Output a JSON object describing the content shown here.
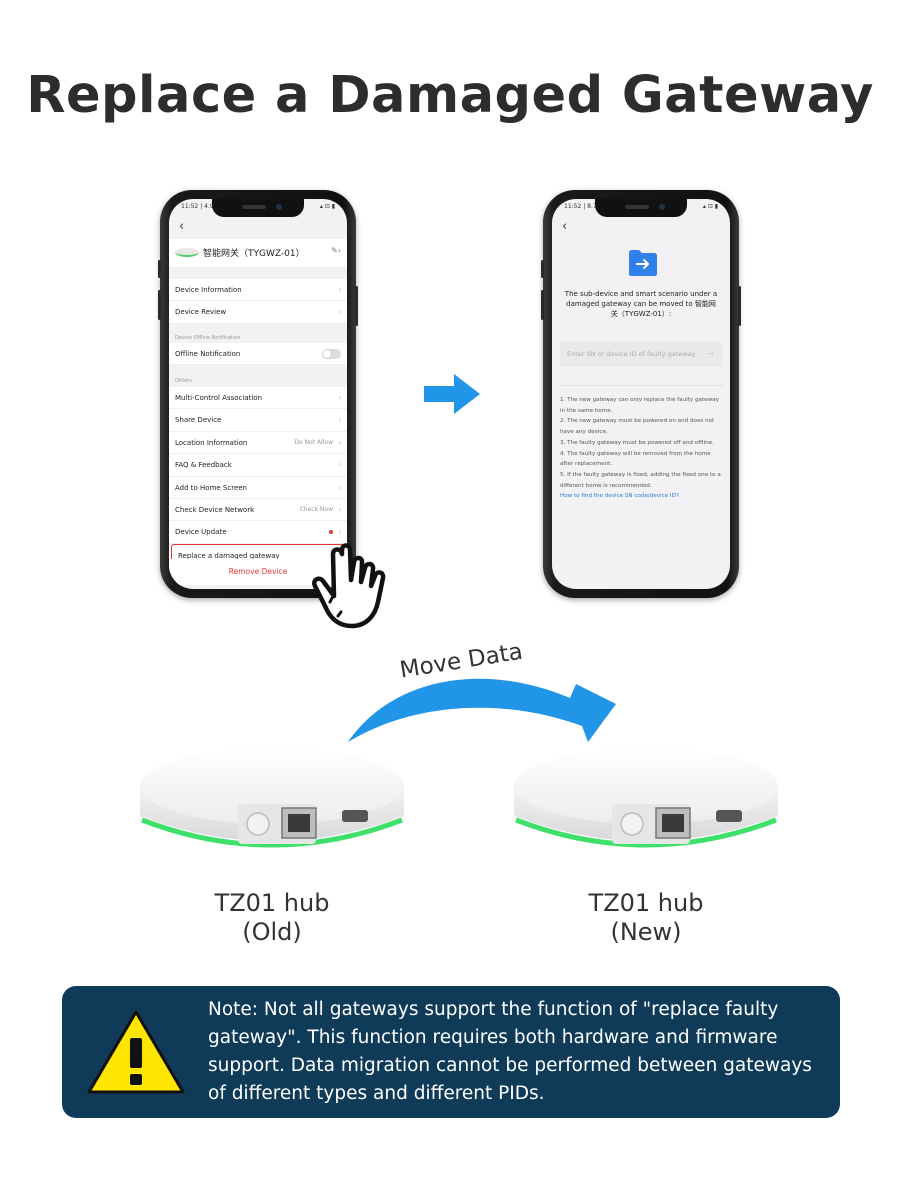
{
  "title": "Replace a Damaged Gateway",
  "phone_left": {
    "status_left": "11:52 | 4.9K",
    "status_right": "▴ ⊡ ▮",
    "device_name": "智能网关（TYGWZ-01）",
    "section1": [
      {
        "label": "Device Information"
      },
      {
        "label": "Device Review"
      }
    ],
    "section_offline_label": "Device Offline Notification",
    "offline_notification": "Offline Notification",
    "section_others_label": "Others",
    "section_others": [
      {
        "label": "Multi-Control Association",
        "value": ""
      },
      {
        "label": "Share Device",
        "value": ""
      },
      {
        "label": "Location Information",
        "value": "Do Not Allow"
      },
      {
        "label": "FAQ & Feedback",
        "value": ""
      },
      {
        "label": "Add to Home Screen",
        "value": ""
      },
      {
        "label": "Check Device Network",
        "value": "Check Now"
      },
      {
        "label": "Device Update",
        "value": ""
      }
    ],
    "replace_row": "Replace a damaged gateway",
    "remove_device": "Remove Device"
  },
  "phone_right": {
    "status_left": "11:52 | 8.7K",
    "status_right": "▴ ⊡ ▮",
    "description": "The sub-device and smart scenario under a damaged gateway can be moved to 智能网关（TYGWZ-01）:",
    "input_placeholder": "Enter SN or device ID of faulty gateway",
    "notes": [
      "1. The new gateway can only replace the faulty gateway in the same home.",
      "2. The new gateway must be powered on and does not have any device.",
      "3. The faulty gateway must be powered off and offline.",
      "4. The faulty gateway will be removed from the home after replacement.",
      "5. If the faulty gateway is fixed, adding the fixed one to a different home is recommended."
    ],
    "help_link": "How to find the device SN code/device ID?"
  },
  "move_label": "Move Data",
  "hub_old": {
    "name": "TZ01 hub",
    "tag": "(Old)"
  },
  "hub_new": {
    "name": "TZ01 hub",
    "tag": "(New)"
  },
  "note": "Note: Not all gateways support the function of \"replace faulty gateway\". This function requires both hardware and firmware support. Data migration cannot be performed between gateways of different types and different PIDs.",
  "colors": {
    "accent_blue": "#2196e8",
    "note_bg": "#0f3a58",
    "warn_yellow": "#ffe600",
    "led_green": "#3ee06a",
    "highlight_red": "#d33333"
  }
}
